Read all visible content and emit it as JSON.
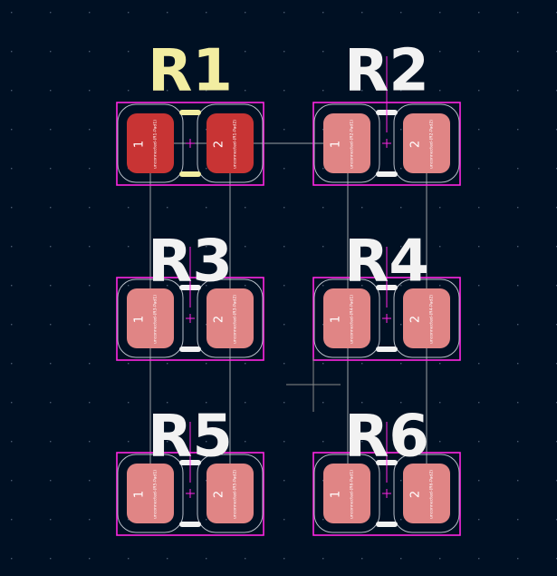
{
  "canvas": {
    "background": "#001023",
    "grid_color": "#4a5a70",
    "courtyard_color": "#ff26e2",
    "selected_pad_color": "#c83434",
    "pad_color": "#e08585",
    "silk_selected_color": "#f2eda1",
    "silk_color": "#f2f2f2",
    "ratsnest_color": "#d0d0d0",
    "crosshair_color": "#8a8a8a"
  },
  "footprints": [
    {
      "ref": "R1",
      "selected": true,
      "pads": [
        {
          "number": "1",
          "net": "unconnected-(R1-Pad1)"
        },
        {
          "number": "2",
          "net": "unconnected-(R1-Pad2)"
        }
      ]
    },
    {
      "ref": "R2",
      "selected": false,
      "pads": [
        {
          "number": "1",
          "net": "unconnected-(R2-Pad1)"
        },
        {
          "number": "2",
          "net": "unconnected-(R2-Pad2)"
        }
      ]
    },
    {
      "ref": "R3",
      "selected": false,
      "pads": [
        {
          "number": "1",
          "net": "unconnected-(R3-Pad1)"
        },
        {
          "number": "2",
          "net": "unconnected-(R3-Pad2)"
        }
      ]
    },
    {
      "ref": "R4",
      "selected": false,
      "pads": [
        {
          "number": "1",
          "net": "unconnected-(R4-Pad1)"
        },
        {
          "number": "2",
          "net": "unconnected-(R4-Pad2)"
        }
      ]
    },
    {
      "ref": "R5",
      "selected": false,
      "pads": [
        {
          "number": "1",
          "net": "unconnected-(R5-Pad1)"
        },
        {
          "number": "2",
          "net": "unconnected-(R5-Pad2)"
        }
      ]
    },
    {
      "ref": "R6",
      "selected": false,
      "pads": [
        {
          "number": "1",
          "net": "unconnected-(R6-Pad1)"
        },
        {
          "number": "2",
          "net": "unconnected-(R6-Pad2)"
        }
      ]
    }
  ]
}
